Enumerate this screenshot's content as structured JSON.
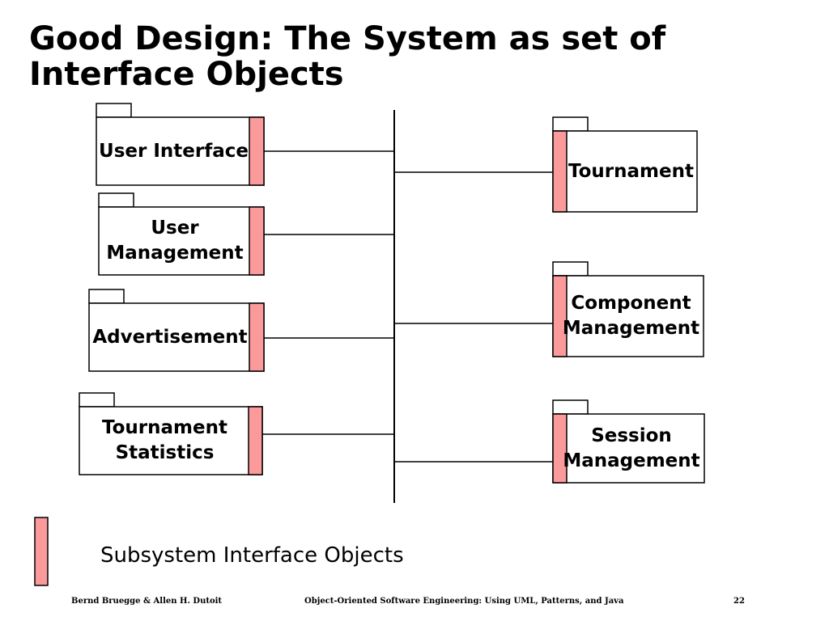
{
  "slide": {
    "title": "Good Design: The System as set of Interface Objects",
    "colors": {
      "interface_bar": "#fa9a9a",
      "line": "#000000",
      "background": "#ffffff"
    }
  },
  "diagram": {
    "packages_left": [
      {
        "line1": "User Interface",
        "line2": ""
      },
      {
        "line1": "User",
        "line2": "Management"
      },
      {
        "line1": "Advertisement",
        "line2": ""
      },
      {
        "line1": "Tournament",
        "line2": "Statistics"
      }
    ],
    "packages_right": [
      {
        "line1": "Tournament",
        "line2": ""
      },
      {
        "line1": "Component",
        "line2": "Management"
      },
      {
        "line1": "Session",
        "line2": "Management"
      }
    ]
  },
  "legend": {
    "label": "Subsystem Interface Objects"
  },
  "footer": {
    "authors": "Bernd Bruegge & Allen H. Dutoit",
    "book": "Object-Oriented Software Engineering: Using UML, Patterns, and Java",
    "page": "22"
  }
}
